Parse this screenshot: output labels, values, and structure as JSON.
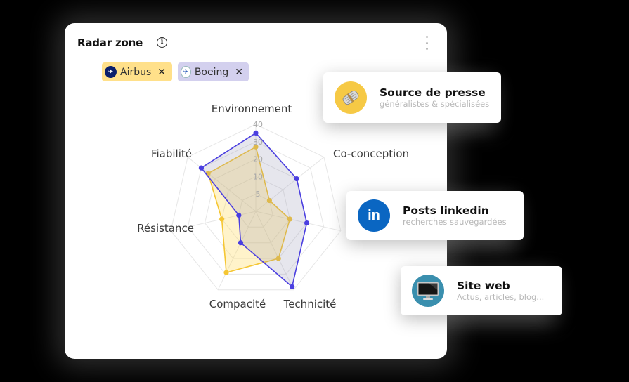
{
  "main_card": {
    "title": "Radar zone",
    "info_icon": "info-icon",
    "menu_icon": "kebab-menu-icon",
    "chips": [
      {
        "label": "Airbus",
        "icon": "airbus-logo-icon",
        "remove": "✕",
        "color": "#FFE08A"
      },
      {
        "label": "Boeing",
        "icon": "boeing-logo-icon",
        "remove": "✕",
        "color": "#D3D0EE"
      }
    ]
  },
  "chart_data": {
    "type": "radar",
    "title": "Radar zone",
    "axes": [
      "Environnement",
      "Co-conception",
      "",
      "Technicité",
      "Compacité",
      "Résistance",
      "Fiabilité"
    ],
    "axes_note": "third axis label hidden behind 'Posts linkedin' card",
    "tick_labels": [
      "5",
      "10",
      "20",
      "30",
      "40"
    ],
    "rlim": [
      0,
      40
    ],
    "grid": true,
    "series": [
      {
        "name": "Airbus",
        "color": "#F5C633",
        "fill": "rgba(255,214,80,0.30)",
        "values": [
          27,
          5,
          10,
          20,
          29,
          10,
          25
        ]
      },
      {
        "name": "Boeing",
        "color": "#4B3FE0",
        "fill": "rgba(140,140,175,0.22)",
        "values": [
          35,
          20,
          20,
          38,
          10,
          5,
          30
        ]
      }
    ]
  },
  "sources": [
    {
      "title": "Source de presse",
      "subtitle": "généralistes & spécialisées",
      "icon": "newspaper-icon",
      "icon_bg": "#F6C945"
    },
    {
      "title": "Posts linkedin",
      "subtitle": "recherches sauvegardées",
      "icon": "linkedin-icon",
      "icon_bg": "#0A66C2",
      "icon_text": "in"
    },
    {
      "title": "Site web",
      "subtitle": "Actus, articles, blog...",
      "icon": "monitor-icon",
      "icon_bg": "#3A8FAE"
    }
  ]
}
